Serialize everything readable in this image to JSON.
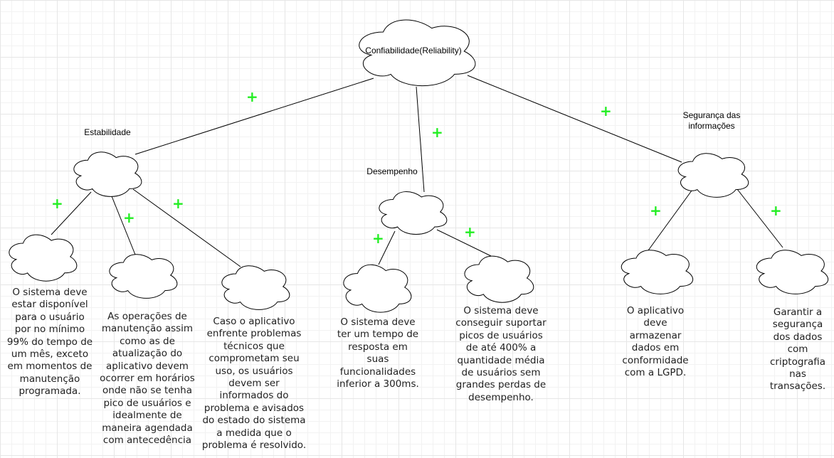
{
  "colors": {
    "plus": "#22ee22",
    "line": "#000000",
    "cloud_stroke": "#000000",
    "cloud_fill": "#ffffff"
  },
  "icons": {
    "node_shape": "cloud-icon",
    "plus_marker": "plus-icon"
  },
  "plus_symbol": "+",
  "nodes": {
    "root": {
      "label": "Confiabilidade(Reliability)"
    },
    "estabilidade": {
      "label": "Estabilidade"
    },
    "desempenho": {
      "label": "Desempenho"
    },
    "seguranca": {
      "label": "Segurança das informações"
    }
  },
  "descriptions": {
    "est_1": "O sistema deve estar disponível para o usuário por no mínimo 99% do tempo de um mês, exceto em momentos de manutenção programada.",
    "est_2": "As operações de manutenção assim como as de atualização do aplicativo devem ocorrer em horários onde não se tenha pico de usuários e idealmente de maneira agendada com antecedência",
    "est_3": "Caso o aplicativo enfrente problemas técnicos que comprometam seu uso, os usuários devem ser informados do problema e avisados do estado do sistema a medida que o problema é resolvido.",
    "des_1": "O sistema deve ter um tempo de resposta em suas funcionalidades inferior a 300ms.",
    "des_2": "O sistema deve conseguir suportar picos de usuários de até 400% a quantidade média de usuários sem grandes perdas de desempenho.",
    "seg_1": "O aplicativo deve armazenar dados em conformidade com a LGPD.",
    "seg_2": "Garantir a segurança dos dados com criptografia nas transações."
  }
}
